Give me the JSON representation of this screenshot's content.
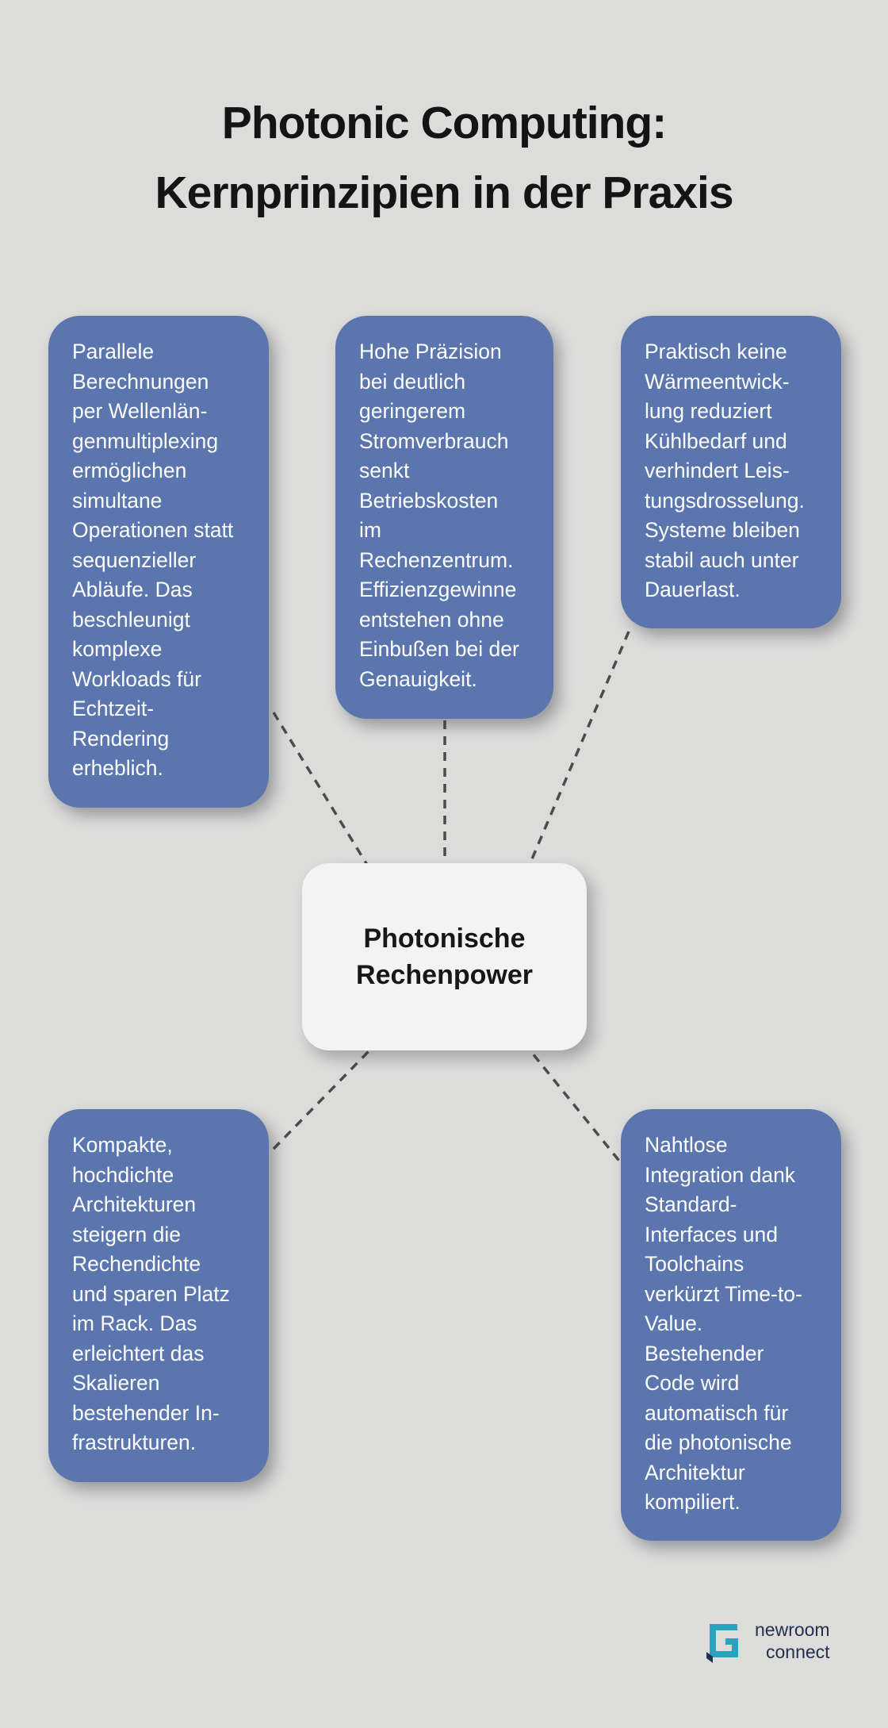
{
  "title": {
    "line1": "Photonic Computing:",
    "line2": "Kernprinzipien in der Praxis"
  },
  "center": {
    "line1": "Photonische",
    "line2": "Rechenpower"
  },
  "nodes": [
    {
      "text": "Parallele Berechnungen per Wellenlän­genmultiplexing ermöglichen simultane Operationen statt sequenzieller Abläufe. Das beschleunigt komplexe Workloads für Echtzeit-Rendering erheblich."
    },
    {
      "text": "Hohe Präzision bei deutlich geringerem Stromverbrauch senkt Betriebskosten im Rechenzentrum. Effizienzgewinne entstehen ohne Einbußen bei der Genauigkeit."
    },
    {
      "text": "Praktisch keine Wärmeentwick­lung reduziert Kühlbedarf und verhindert Leis­tungsdrosselung. Systeme bleiben stabil auch unter Dauerlast."
    },
    {
      "text": "Kompakte, hochdichte Architekturen steigern die Rechendichte und sparen Platz im Rack. Das erleichtert das Skalieren bestehender In­frastrukturen."
    },
    {
      "text": "Nahtlose Integration dank Standard-Interfaces und Toolchains verkürzt Time-to-Value. Bestehender Code wird automatisch für die photonische Architektur kompiliert."
    }
  ],
  "logo": {
    "line1": "newroom",
    "line2": "connect"
  },
  "colors": {
    "background": "#dcdcdb",
    "node_bg": "#5b76ae",
    "node_text": "#fdfdfd",
    "center_bg": "#f3f3f3",
    "title_color": "#141414",
    "connector": "#4c4c4c",
    "logo_teal": "#2ba3bd",
    "logo_navy": "#22304f"
  }
}
